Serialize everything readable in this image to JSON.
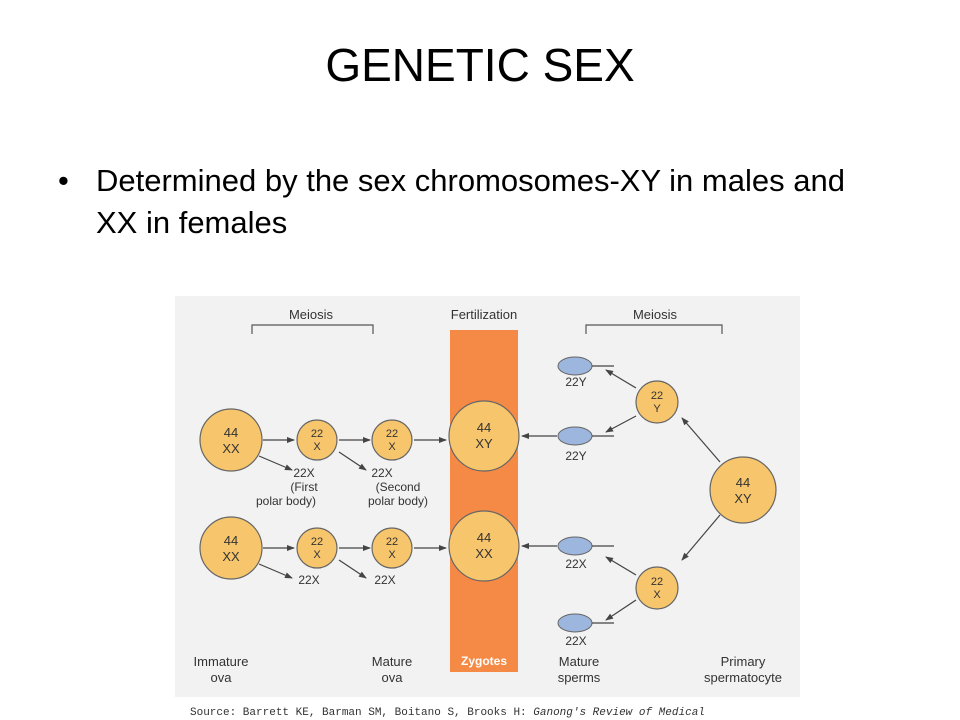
{
  "slide": {
    "title": "GENETIC SEX",
    "bullet": "Determined by the sex chromosomes-XY in males and XX in females"
  },
  "diagram": {
    "headers": {
      "meiosis_left": "Meiosis",
      "fertilization": "Fertilization",
      "meiosis_right": "Meiosis"
    },
    "zygotes_label": "Zygotes",
    "cells": {
      "immature_top_1": "44",
      "immature_top_2": "XX",
      "immature_bot_1": "44",
      "immature_bot_2": "XX",
      "sec_top_1": "22",
      "sec_top_2": "X",
      "sec_bot_1": "22",
      "sec_bot_2": "X",
      "mature_top_1": "22",
      "mature_top_2": "X",
      "mature_bot_1": "22",
      "mature_bot_2": "X",
      "zyg_top_1": "44",
      "zyg_top_2": "XY",
      "zyg_bot_1": "44",
      "zyg_bot_2": "XX",
      "right_top_1": "22",
      "right_top_2": "Y",
      "right_bot_1": "22",
      "right_bot_2": "X",
      "primary_1": "44",
      "primary_2": "XY"
    },
    "polar": {
      "first_1": "22X",
      "first_2": "(First",
      "first_3": "polar body)",
      "second_1": "22X",
      "second_2": "(Second",
      "second_3": "polar body)",
      "bot_1": "22X",
      "bot_2": "22X"
    },
    "sperm_labels": [
      "22Y",
      "22Y",
      "22X",
      "22X"
    ],
    "bottom_labels": {
      "immature_1": "Immature",
      "immature_2": "ova",
      "mature_1": "Mature",
      "mature_2": "ova",
      "sperms_1": "Mature",
      "sperms_2": "sperms",
      "primary_1": "Primary",
      "primary_2": "spermatocyte"
    },
    "source": {
      "plain": "Source: Barrett KE, Barman SM, Boitano S, Brooks H: ",
      "italic": "Ganong's Review of Medical"
    },
    "colors": {
      "cell": "#f7c56b",
      "zygote_band": "#f48a45",
      "sperm": "#9db6de",
      "stroke": "#555555"
    }
  }
}
